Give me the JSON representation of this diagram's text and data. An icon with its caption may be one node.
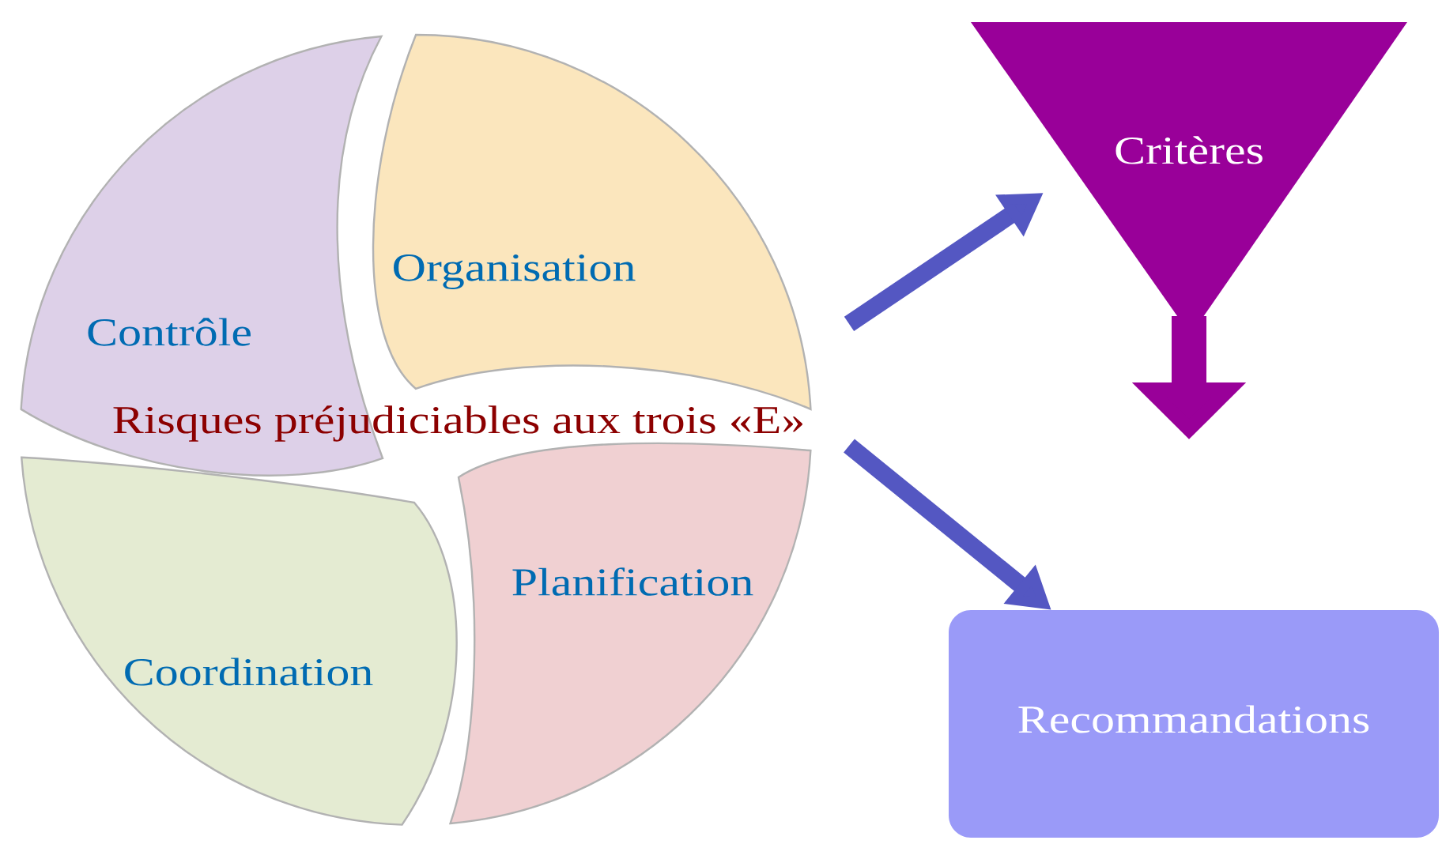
{
  "diagram": {
    "nodes": [
      {
        "text": [
          "Organisation"
        ]
      },
      {
        "text": [
          "Contrôle"
        ]
      },
      {
        "text": [
          "Risques préjudiciables aux trois «E»"
        ]
      },
      {
        "text": [
          "Planification"
        ]
      },
      {
        "text": [
          "Coordination"
        ]
      },
      {
        "text": [
          "Critères"
        ]
      },
      {
        "text": [
          "Recommandations"
        ]
      }
    ],
    "edges": [
      {
        "from": null,
        "to": 5,
        "arrow": "to"
      },
      {
        "from": null,
        "to": 6,
        "arrow": "to"
      },
      {
        "from": 5,
        "to": null,
        "arrow": "to",
        "style": "thick",
        "color": "#990099"
      }
    ]
  }
}
